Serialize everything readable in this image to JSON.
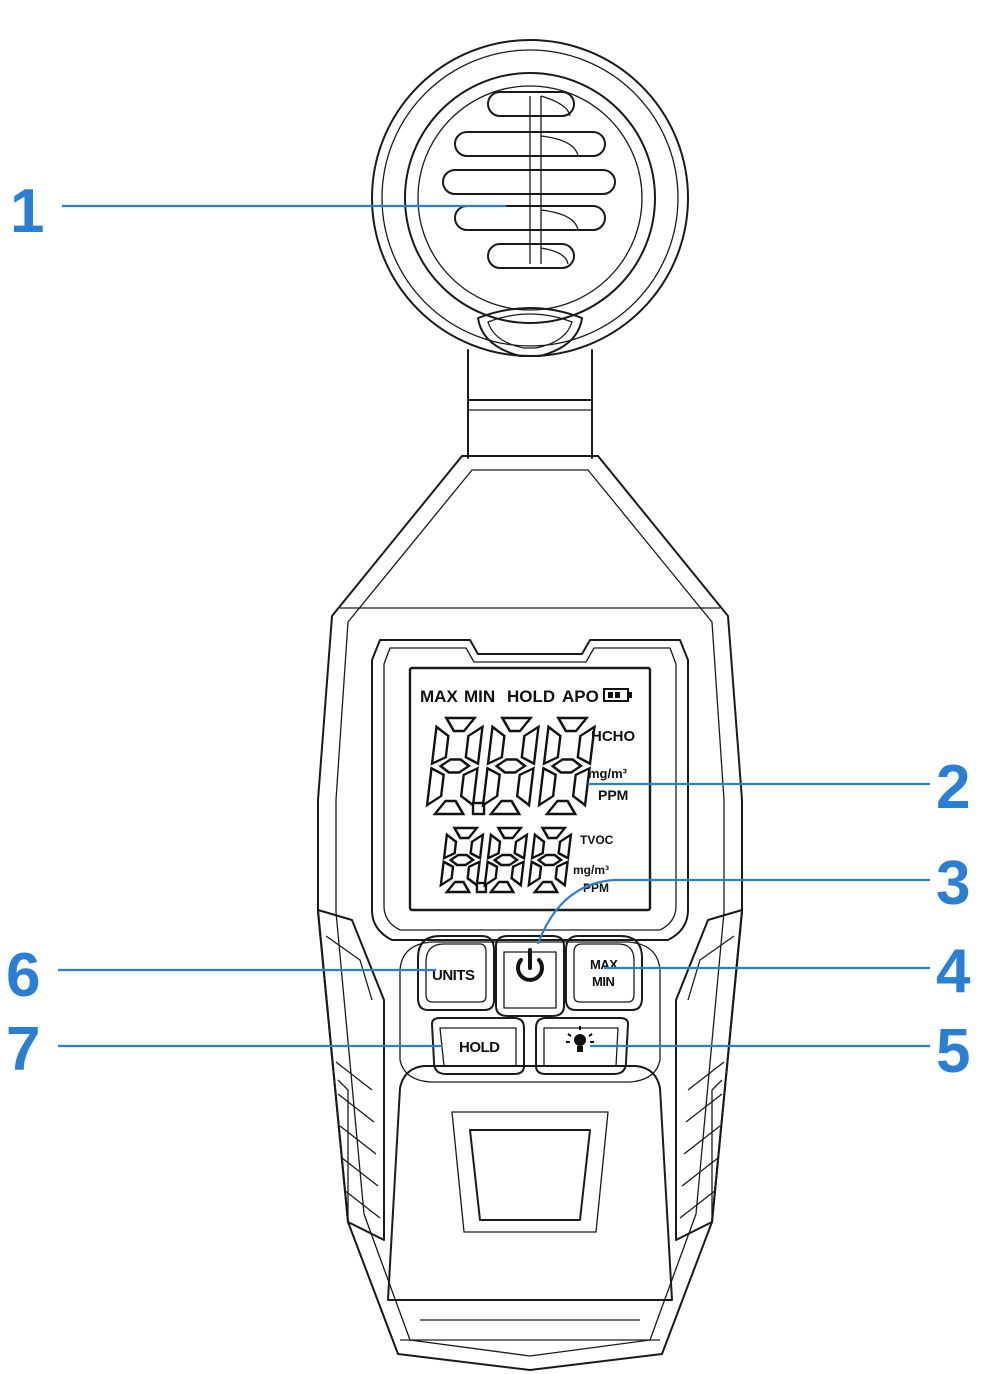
{
  "lcd": {
    "indicators": [
      "MAX",
      "MIN",
      "HOLD",
      "APO"
    ],
    "primary": {
      "digits": "8.88",
      "gas": "HCHO",
      "unit_mass": "mg/m³",
      "unit_ppm": "PPM"
    },
    "secondary": {
      "digits": "8.88",
      "gas": "TVOC",
      "unit_mass": "mg/m³",
      "unit_ppm": "PPM"
    },
    "battery_icon": "battery-icon"
  },
  "buttons": {
    "units": "UNITS",
    "power_icon": "power-icon",
    "maxmin_line1": "MAX",
    "maxmin_line2": "MIN",
    "hold": "HOLD",
    "backlight_icon": "backlight-bulb-icon"
  },
  "callouts": [
    "1",
    "2",
    "3",
    "4",
    "5",
    "6",
    "7"
  ],
  "colors": {
    "callout": "#2a7fd4",
    "outline": "#1a1a1a",
    "background": "#ffffff"
  }
}
